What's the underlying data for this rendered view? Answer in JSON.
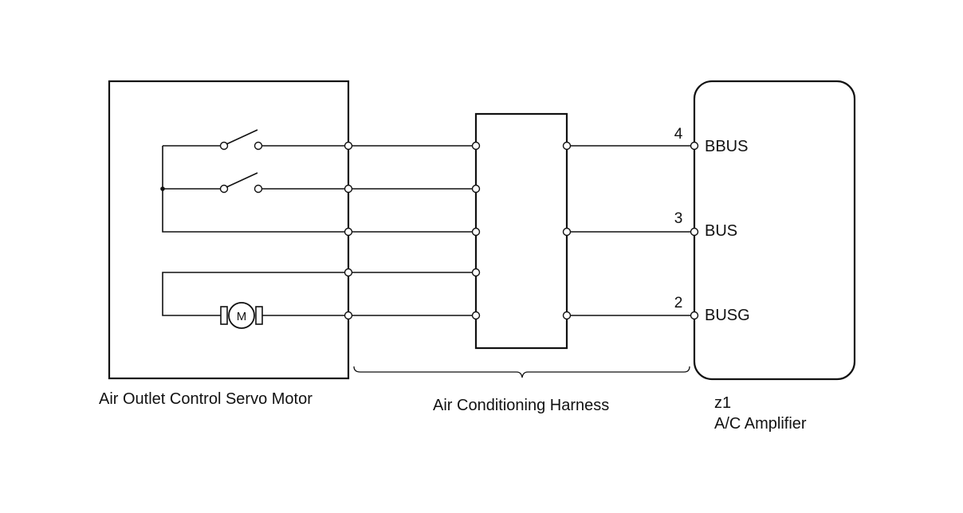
{
  "components": {
    "servo_motor": {
      "label": "Air Outlet Control Servo Motor",
      "motor_symbol": "M"
    },
    "harness": {
      "label": "Air Conditioning Harness"
    },
    "amplifier": {
      "code": "z1",
      "label": "A/C Amplifier"
    }
  },
  "pins": [
    {
      "number": "4",
      "name": "BBUS"
    },
    {
      "number": "3",
      "name": "BUS"
    },
    {
      "number": "2",
      "name": "BUSG"
    }
  ]
}
